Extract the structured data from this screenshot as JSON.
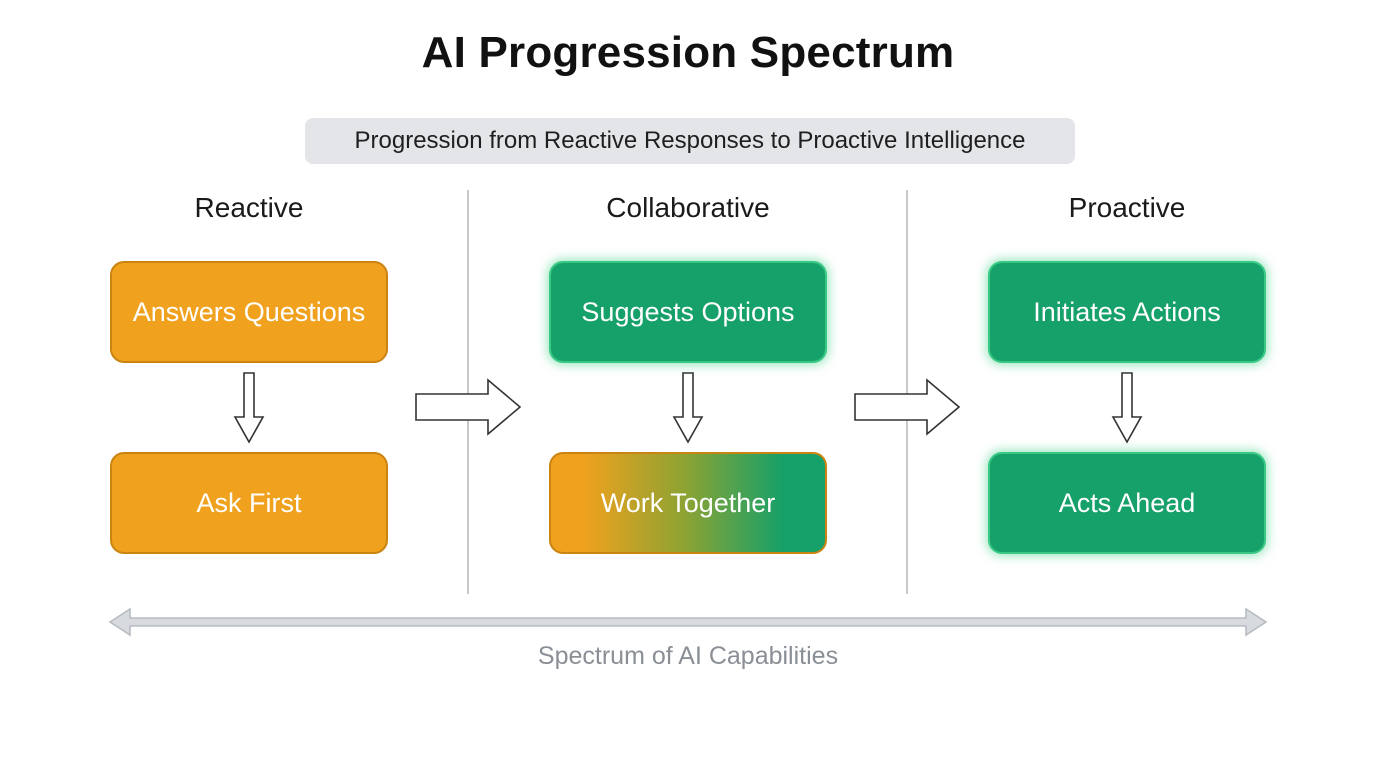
{
  "title": "AI Progression Spectrum",
  "subtitle": "Progression from Reactive Responses to Proactive Intelligence",
  "columns": [
    {
      "heading": "Reactive",
      "top_box": "Answers Questions",
      "bottom_box": "Ask First"
    },
    {
      "heading": "Collaborative",
      "top_box": "Suggests Options",
      "bottom_box": "Work Together"
    },
    {
      "heading": "Proactive",
      "top_box": "Initiates Actions",
      "bottom_box": "Acts Ahead"
    }
  ],
  "spectrum_label": "Spectrum of AI Capabilities",
  "colors": {
    "orange": "#f0a11e",
    "green": "#16a06a",
    "divider": "#c9c9c9",
    "spectrum_arrow": "#b8bcc2"
  }
}
